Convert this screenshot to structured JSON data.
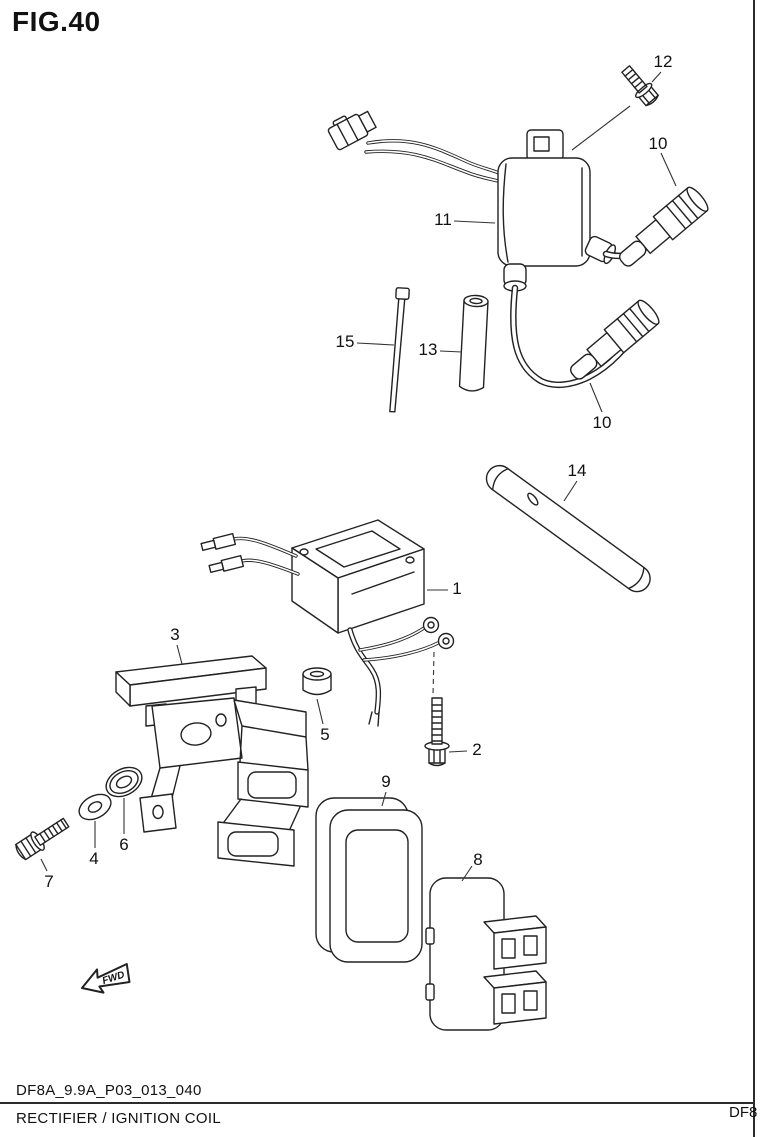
{
  "figure": {
    "title": "FIG.40",
    "fwd_label": "FWD"
  },
  "footer": {
    "code": "DF8A_9.9A_P03_013_040",
    "caption": "RECTIFIER / IGNITION COIL",
    "page_ref": "DF8"
  },
  "callouts": [
    {
      "num": "12"
    },
    {
      "num": "10"
    },
    {
      "num": "11"
    },
    {
      "num": "15"
    },
    {
      "num": "13"
    },
    {
      "num": "10"
    },
    {
      "num": "14"
    },
    {
      "num": "1"
    },
    {
      "num": "3"
    },
    {
      "num": "5"
    },
    {
      "num": "2"
    },
    {
      "num": "9"
    },
    {
      "num": "4"
    },
    {
      "num": "6"
    },
    {
      "num": "7"
    },
    {
      "num": "8"
    }
  ],
  "colors": {
    "background": "#ffffff",
    "line": "#222222",
    "text": "#111111"
  }
}
